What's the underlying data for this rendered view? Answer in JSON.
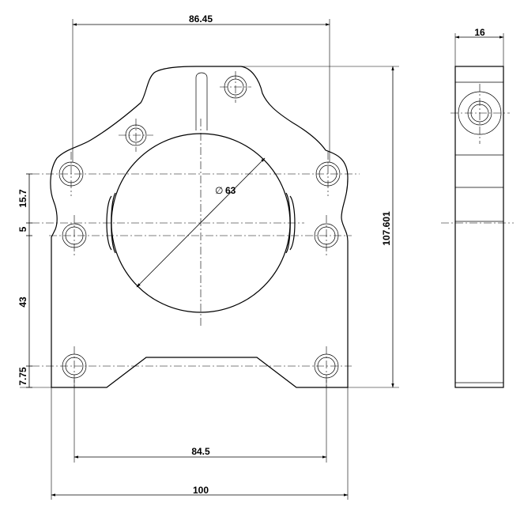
{
  "drawing": {
    "front_view": {
      "dim_top_width": "86.45",
      "dim_bore": "63",
      "dim_bore_symbol": "∅",
      "dim_height": "107.601",
      "dim_hole_spacing_top": "15.7",
      "dim_hole_spacing_mid": "5",
      "dim_hole_spacing_low": "43",
      "dim_bottom_offset": "7.75",
      "dim_bottom_holes": "84.5",
      "dim_overall_width": "100"
    },
    "side_view": {
      "dim_thickness": "16"
    }
  }
}
